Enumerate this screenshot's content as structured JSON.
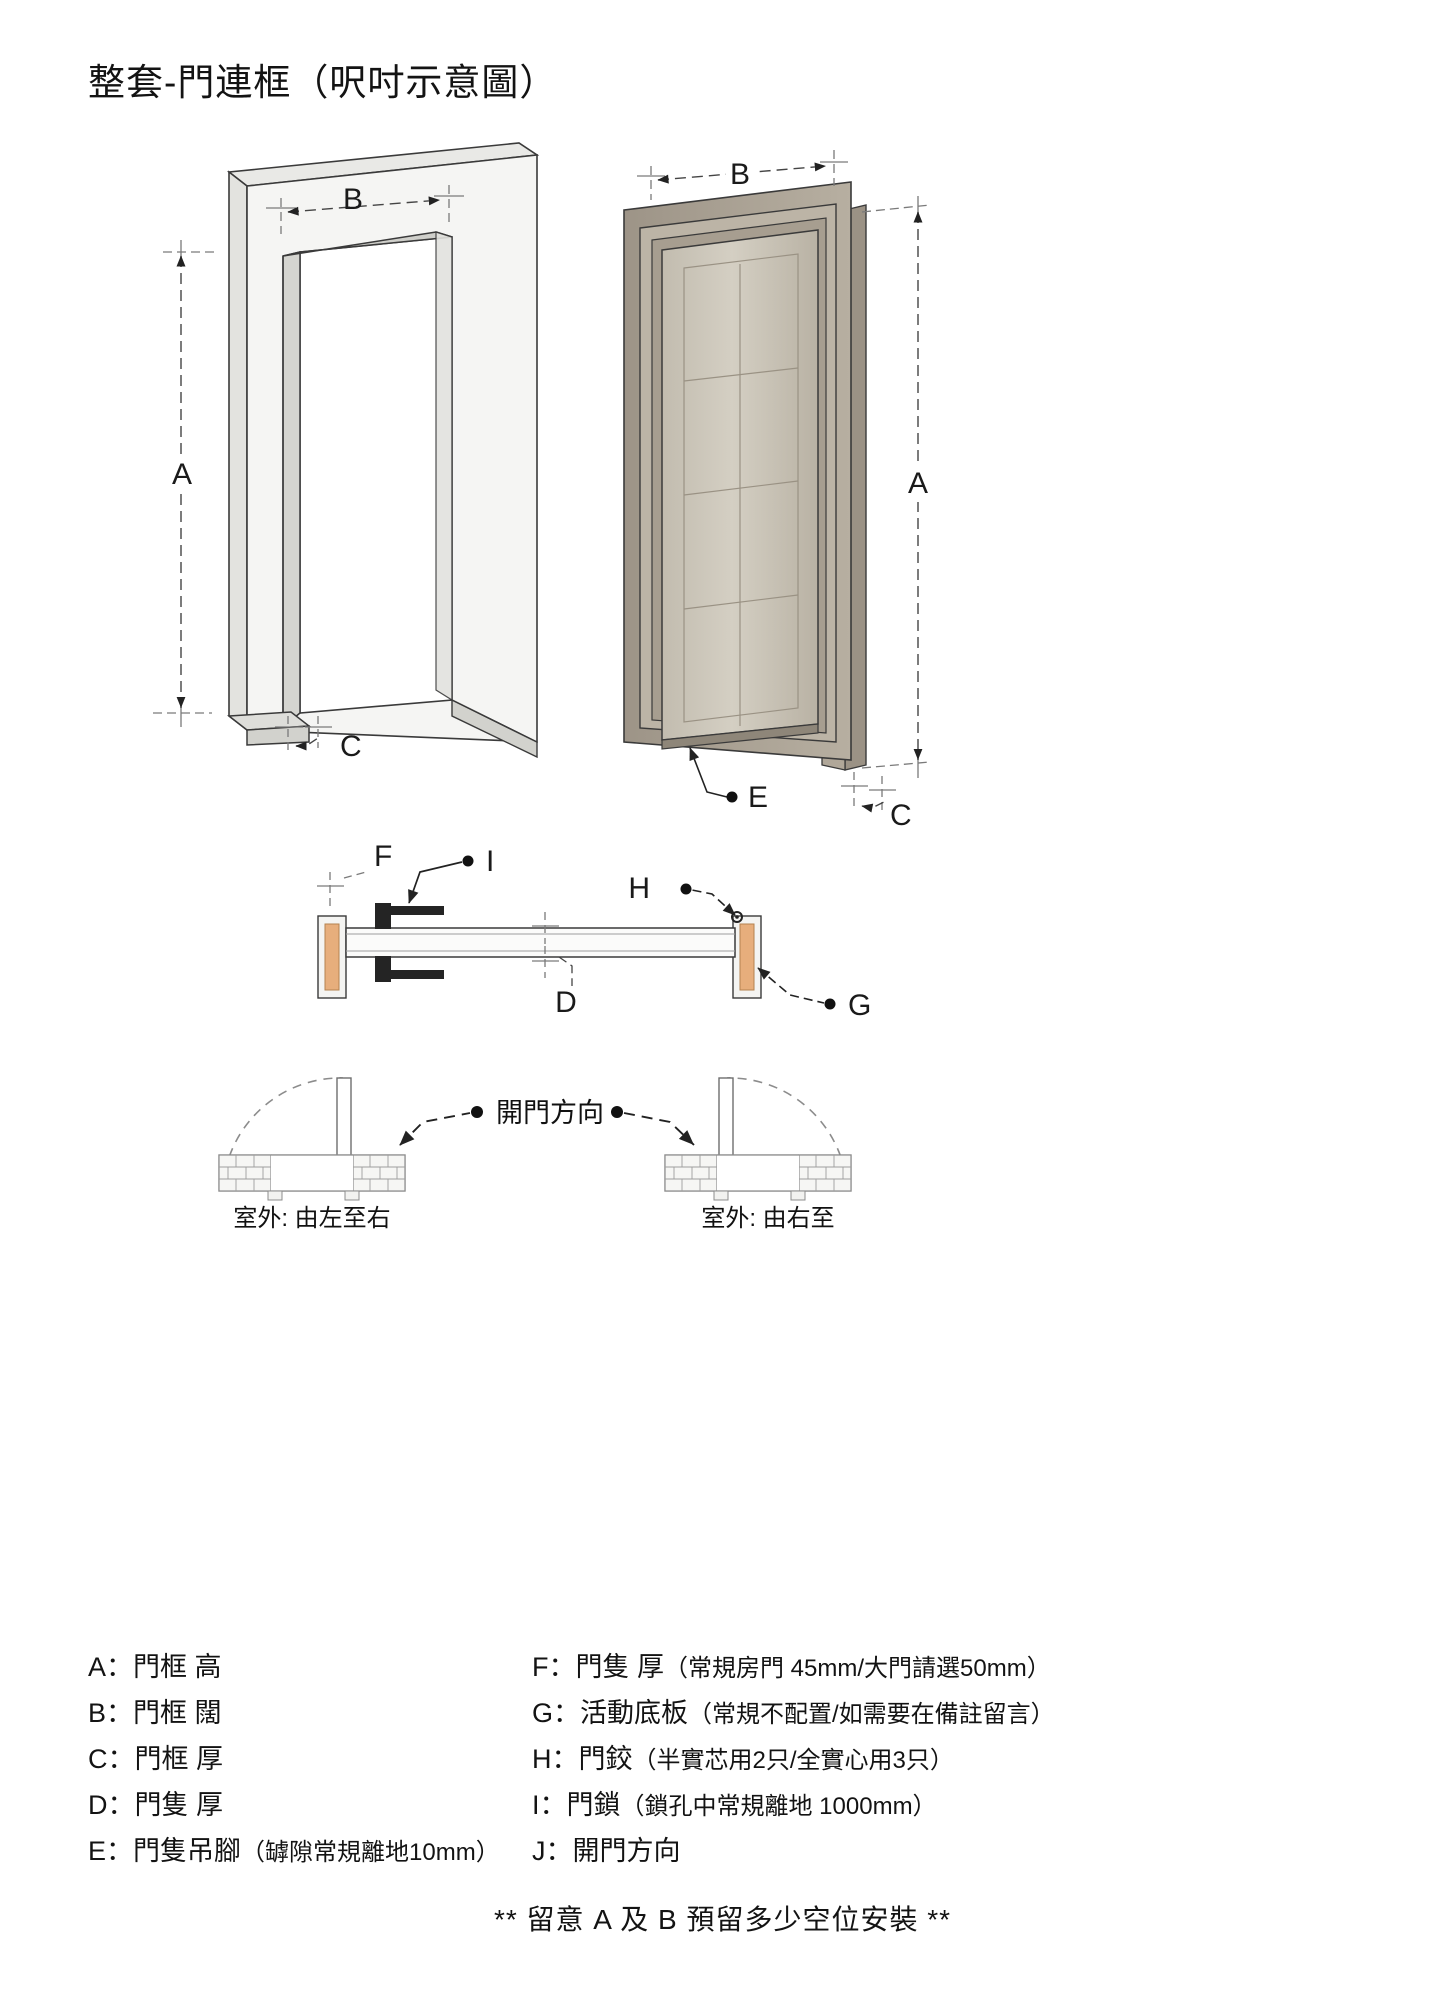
{
  "title": "整套-門連框（呎吋示意圖）",
  "diagram": {
    "frame_view": {
      "label_a": "A",
      "label_b": "B",
      "label_c": "C"
    },
    "door_view": {
      "label_a": "A",
      "label_b": "B",
      "label_c": "C",
      "label_e": "E"
    },
    "section_view": {
      "label_d": "D",
      "label_f": "F",
      "label_g": "G",
      "label_h": "H",
      "label_i": "I"
    },
    "swing_view": {
      "direction_label": "開門方向",
      "left_caption": "室外:  由左至右",
      "right_caption": "室外:  由右至"
    }
  },
  "legend": {
    "left": [
      {
        "key": "A：",
        "text": "門框 高",
        "note": ""
      },
      {
        "key": "B：",
        "text": "門框 闊",
        "note": ""
      },
      {
        "key": "C：",
        "text": "門框 厚",
        "note": ""
      },
      {
        "key": "D：",
        "text": "門隻 厚",
        "note": ""
      },
      {
        "key": "E：",
        "text": "門隻吊腳",
        "note": "（罅隙常規離地10mm）"
      }
    ],
    "right": [
      {
        "key": "F：",
        "text": "門隻 厚",
        "note": "（常規房門 45mm/大門請選50mm）"
      },
      {
        "key": "G：",
        "text": "活動底板",
        "note": "（常規不配置/如需要在備註留言）"
      },
      {
        "key": "H：",
        "text": "門鉸",
        "note": "（半實芯用2只/全實心用3只）"
      },
      {
        "key": "I：",
        "text": "門鎖",
        "note": "（鎖孔中常規離地 1000mm）"
      },
      {
        "key": "J：",
        "text": "開門方向",
        "note": ""
      }
    ]
  },
  "footer": "** 留意 A 及 B 預留多少空位安裝 **",
  "colors": {
    "line": "#3a3a3a",
    "dimension": "#6f6f6f",
    "frame_light": "#f2f2f0",
    "frame_mid": "#dcdcd8",
    "frame_dark": "#c8c8c2",
    "door_frame": "#a8a093",
    "door_frame_dark": "#8d8478",
    "door_face": "#c9c3b6",
    "door_face_light": "#d8d3c7",
    "hardware": "#2b2b2b",
    "jamb_wood": "#e2b183"
  }
}
